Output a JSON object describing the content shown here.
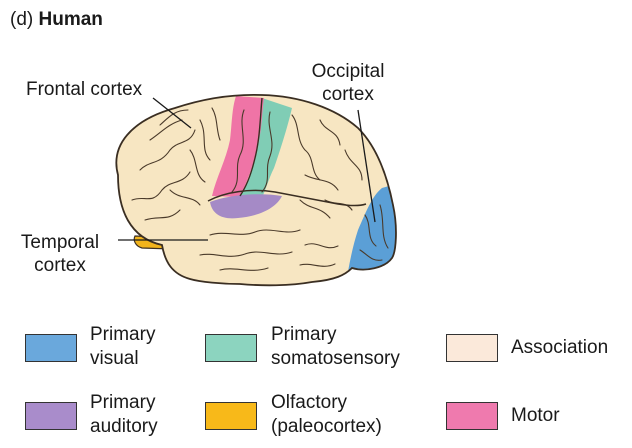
{
  "panel": {
    "prefix": "(d) ",
    "title": "Human"
  },
  "labels": {
    "frontal": "Frontal cortex",
    "occipital_line1": "Occipital",
    "occipital_line2": "cortex",
    "temporal_line1": "Temporal",
    "temporal_line2": "cortex"
  },
  "colors": {
    "outline": "#3a2e22",
    "association": "#f7e6c2",
    "visual": "#5b9fd6",
    "somatosensory": "#80cdb5",
    "auditory": "#a58ac6",
    "olfactory": "#f2b41c",
    "motor": "#ef74a6"
  },
  "legend": [
    {
      "line1": "Primary",
      "line2": "visual",
      "color": "#6aa8dc",
      "icon": "blue-swatch"
    },
    {
      "line1": "Primary",
      "line2": "somatosensory",
      "color": "#8cd4bf",
      "icon": "teal-swatch"
    },
    {
      "line1": "Association",
      "line2": "",
      "color": "#fbe9da",
      "icon": "cream-swatch"
    },
    {
      "line1": "Primary",
      "line2": "auditory",
      "color": "#a98ccb",
      "icon": "purple-swatch"
    },
    {
      "line1": "Olfactory",
      "line2": "(paleocortex)",
      "color": "#f8b919",
      "icon": "yellow-swatch"
    },
    {
      "line1": "Motor",
      "line2": "",
      "color": "#ef7aae",
      "icon": "pink-swatch"
    }
  ]
}
